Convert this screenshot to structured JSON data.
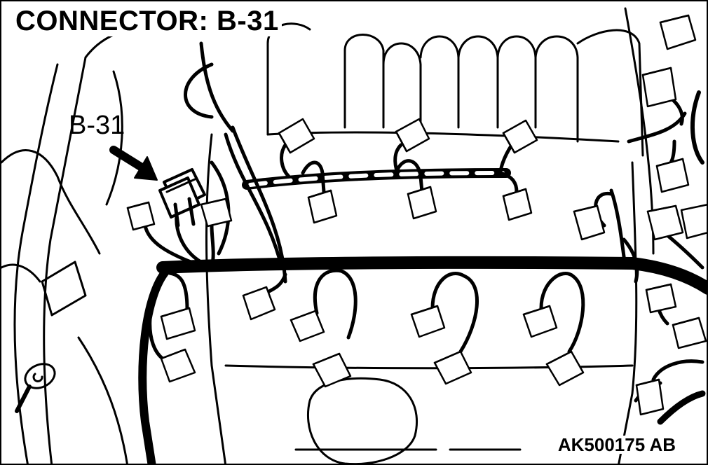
{
  "title": "CONNECTOR: B-31",
  "callout_label": "B-31",
  "figure_code": "AK500175 AB",
  "colors": {
    "line": "#000000",
    "background": "#ffffff"
  },
  "icons": [
    "engine-outline",
    "wiring-harness",
    "connector",
    "ground-terminal",
    "pointer-arrow"
  ]
}
